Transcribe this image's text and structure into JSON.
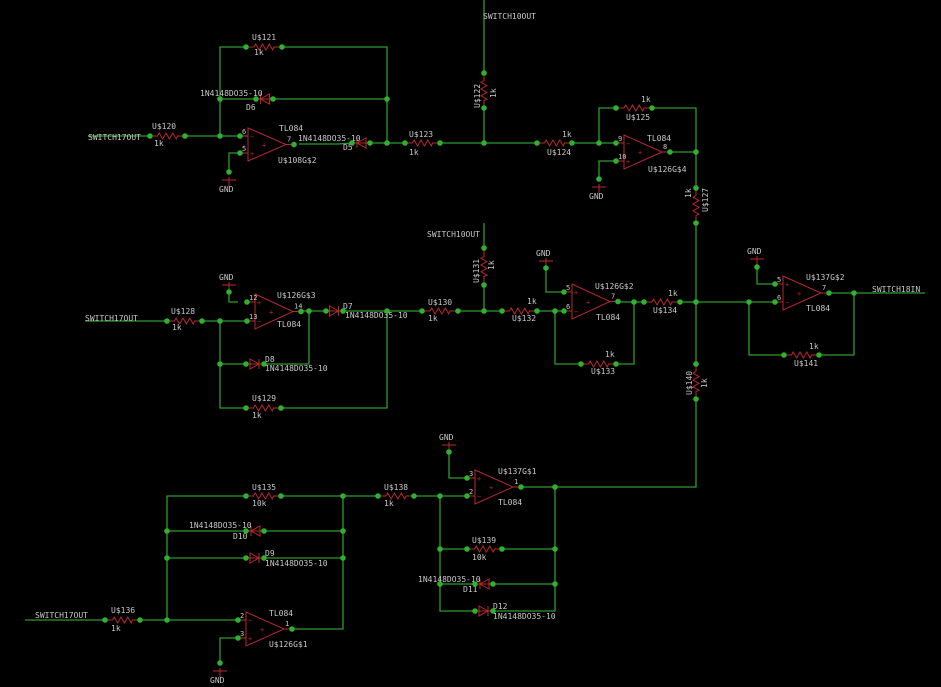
{
  "schematic": {
    "colors": {
      "background": "#000000",
      "wire": "#2e9a2e",
      "junction": "#2fb02f",
      "component": "#b8282c",
      "label": "#c8c8c8"
    },
    "nets": {
      "switch17out_1": "SWITCH17OUT",
      "switch10out_1": "SWITCH10OUT",
      "switch17out_2": "SWITCH17OUT",
      "switch10out_2": "SWITCH10OUT",
      "switch18in": "SWITCH18IN",
      "switch17out_3": "SWITCH17OUT"
    },
    "gnd": "GND",
    "resistors": {
      "r120": {
        "name": "U$120",
        "value": "1k"
      },
      "r121": {
        "name": "U$121",
        "value": "1k"
      },
      "r122": {
        "name": "U$122",
        "value": "1k"
      },
      "r123": {
        "name": "U$123",
        "value": "1k"
      },
      "r124": {
        "name": "U$124",
        "value": "1k"
      },
      "r125": {
        "name": "U$125",
        "value": "1k"
      },
      "r127": {
        "name": "U$127",
        "value": "1k"
      },
      "r128": {
        "name": "U$128",
        "value": "1k"
      },
      "r129": {
        "name": "U$129",
        "value": "1k"
      },
      "r130": {
        "name": "U$130",
        "value": "1k"
      },
      "r131": {
        "name": "U$131",
        "value": "1k"
      },
      "r132": {
        "name": "U$132",
        "value": "1k"
      },
      "r133": {
        "name": "U$133",
        "value": "1k"
      },
      "r134": {
        "name": "U$134",
        "value": "1k"
      },
      "r135": {
        "name": "U$135",
        "value": "10k"
      },
      "r136": {
        "name": "U$136",
        "value": "1k"
      },
      "r138": {
        "name": "U$138",
        "value": "1k"
      },
      "r139": {
        "name": "U$139",
        "value": "10k"
      },
      "r140": {
        "name": "U$140",
        "value": "1k"
      },
      "r141": {
        "name": "U$141",
        "value": "1k"
      }
    },
    "diodes": {
      "d5": {
        "name": "D5",
        "part": "1N4148DO35-10"
      },
      "d6": {
        "name": "D6",
        "part": "1N4148DO35-10"
      },
      "d7": {
        "name": "D7",
        "part": "1N4148DO35-10"
      },
      "d8": {
        "name": "D8",
        "part": "1N4148DO35-10"
      },
      "d9": {
        "name": "D9",
        "part": "1N4148DO35-10"
      },
      "d10": {
        "name": "D10",
        "part": "1N4148DO35-10"
      },
      "d11": {
        "name": "D11",
        "part": "1N4148DO35-10"
      },
      "d12": {
        "name": "D12",
        "part": "1N4148DO35-10"
      }
    },
    "opamps": {
      "u108g2": {
        "name": "U$108G$2",
        "part": "TL084",
        "pin_inv": "6",
        "pin_non": "5",
        "pin_out": "7"
      },
      "u126g4": {
        "name": "U$126G$4",
        "part": "TL084",
        "pin_inv": "9",
        "pin_non": "10",
        "pin_out": "8"
      },
      "u126g3": {
        "name": "U$126G$3",
        "part": "TL084",
        "pin_inv": "13",
        "pin_non": "12",
        "pin_out": "14"
      },
      "u126g2": {
        "name": "U$126G$2",
        "part": "TL084",
        "pin_inv": "6",
        "pin_non": "5",
        "pin_out": "7"
      },
      "u137g2": {
        "name": "U$137G$2",
        "part": "TL084",
        "pin_inv": "6",
        "pin_non": "5",
        "pin_out": "7"
      },
      "u137g1": {
        "name": "U$137G$1",
        "part": "TL084",
        "pin_inv": "2",
        "pin_non": "3",
        "pin_out": "1"
      },
      "u126g1": {
        "name": "U$126G$1",
        "part": "TL084",
        "pin_inv": "2",
        "pin_non": "3",
        "pin_out": "1"
      }
    }
  }
}
